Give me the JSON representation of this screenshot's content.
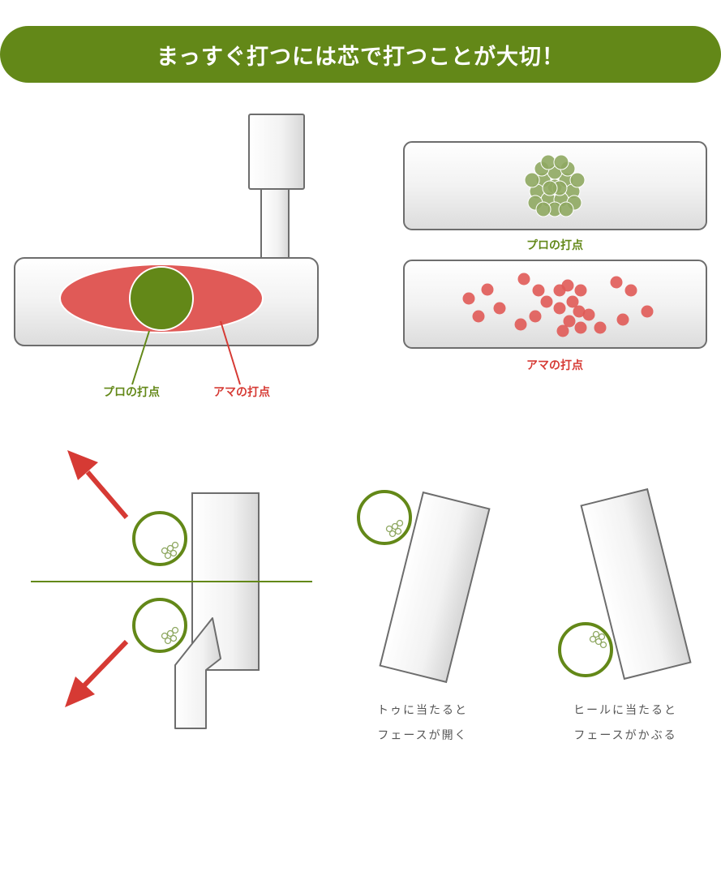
{
  "header": {
    "title": "まっすぐ打つには芯で打つことが大切！"
  },
  "labels": {
    "pro_spot": "プロの打点",
    "amateur_spot": "アマの打点",
    "pro_spot_right": "プロの打点",
    "amateur_spot_right": "アマの打点",
    "toe_caption_line1": "トゥに当たると",
    "toe_caption_line2": "フェースが開く",
    "heel_caption_line1": "ヒールに当たると",
    "heel_caption_line2": "フェースがかぶる"
  },
  "colors": {
    "green": "#638818",
    "ball_green": "#8fa862",
    "red": "#e05a57",
    "arrow_red": "#d63a34",
    "outline": "#6d6d6d",
    "face_fill": "#ededed",
    "label_text": "#555555"
  },
  "icons": [
    "putter-head-icon",
    "putter-shaft-icon",
    "golf-ball-icon",
    "direction-arrow-icon"
  ]
}
